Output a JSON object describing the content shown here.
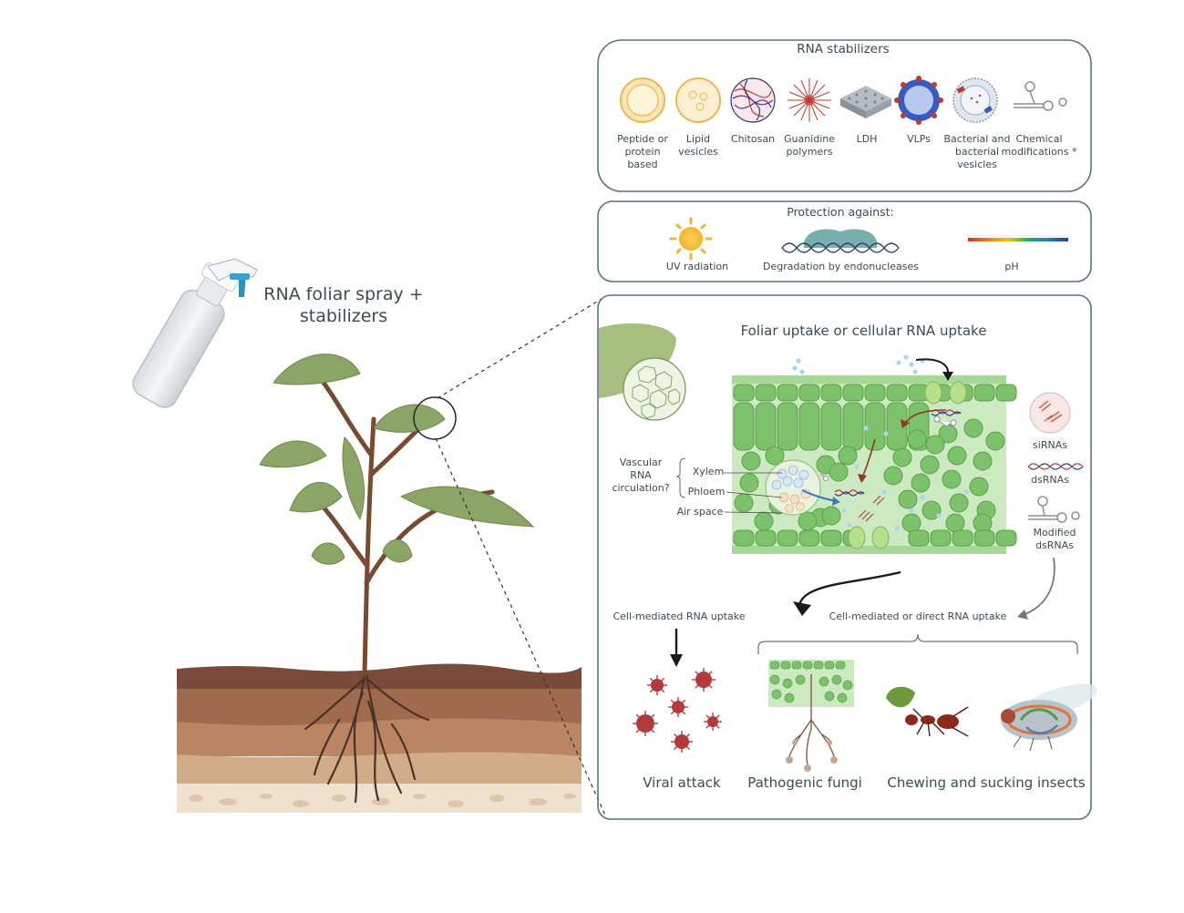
{
  "spray": {
    "label_line1": "RNA foliar spray +",
    "label_line2": "stabilizers"
  },
  "stabilizers": {
    "title": "RNA stabilizers",
    "items": [
      {
        "l1": "Peptide or",
        "l2": "protein",
        "l3": "based",
        "icon": "peptide-icon"
      },
      {
        "l1": "Lipid",
        "l2": "vesicles",
        "l3": "",
        "icon": "lipid-vesicle-icon"
      },
      {
        "l1": "Chitosan",
        "l2": "",
        "l3": "",
        "icon": "chitosan-icon"
      },
      {
        "l1": "Guanidine",
        "l2": "polymers",
        "l3": "",
        "icon": "guanidine-icon"
      },
      {
        "l1": "LDH",
        "l2": "",
        "l3": "",
        "icon": "ldh-icon"
      },
      {
        "l1": "VLPs",
        "l2": "",
        "l3": "",
        "icon": "vlp-icon"
      },
      {
        "l1": "Bacterial and",
        "l2": "bacterial",
        "l3": "vesicles",
        "icon": "bacterial-vesicle-icon"
      },
      {
        "l1": "Chemical",
        "l2": "modifications *",
        "l3": "",
        "icon": "chemical-modification-icon"
      }
    ]
  },
  "protection": {
    "title": "Protection against:",
    "uv": "UV radiation",
    "endonucleases": "Degradation by endonucleases",
    "ph": "pH"
  },
  "uptake": {
    "title": "Foliar uptake or cellular RNA uptake",
    "vascular_l1": "Vascular",
    "vascular_l2": "RNA",
    "vascular_l3": "circulation?",
    "xylem": "Xylem",
    "phloem": "Phloem",
    "air_space": "Air space",
    "sirnas": "siRNAs",
    "dsrnas": "dsRNAs",
    "modified_l1": "Modified",
    "modified_l2": "dsRNAs",
    "cell_mediated": "Cell-mediated RNA uptake",
    "cell_or_direct": "Cell-mediated or direct RNA uptake",
    "viral": "Viral attack",
    "fungi": "Pathogenic fungi",
    "insects": "Chewing and sucking insects"
  },
  "colors": {
    "panel_border": "#5b6f8c",
    "leaf_green": "#8aa566",
    "cell_green": "#7cc26a",
    "soil_dark": "#7a4a3a",
    "virus_red": "#b23a3a"
  }
}
